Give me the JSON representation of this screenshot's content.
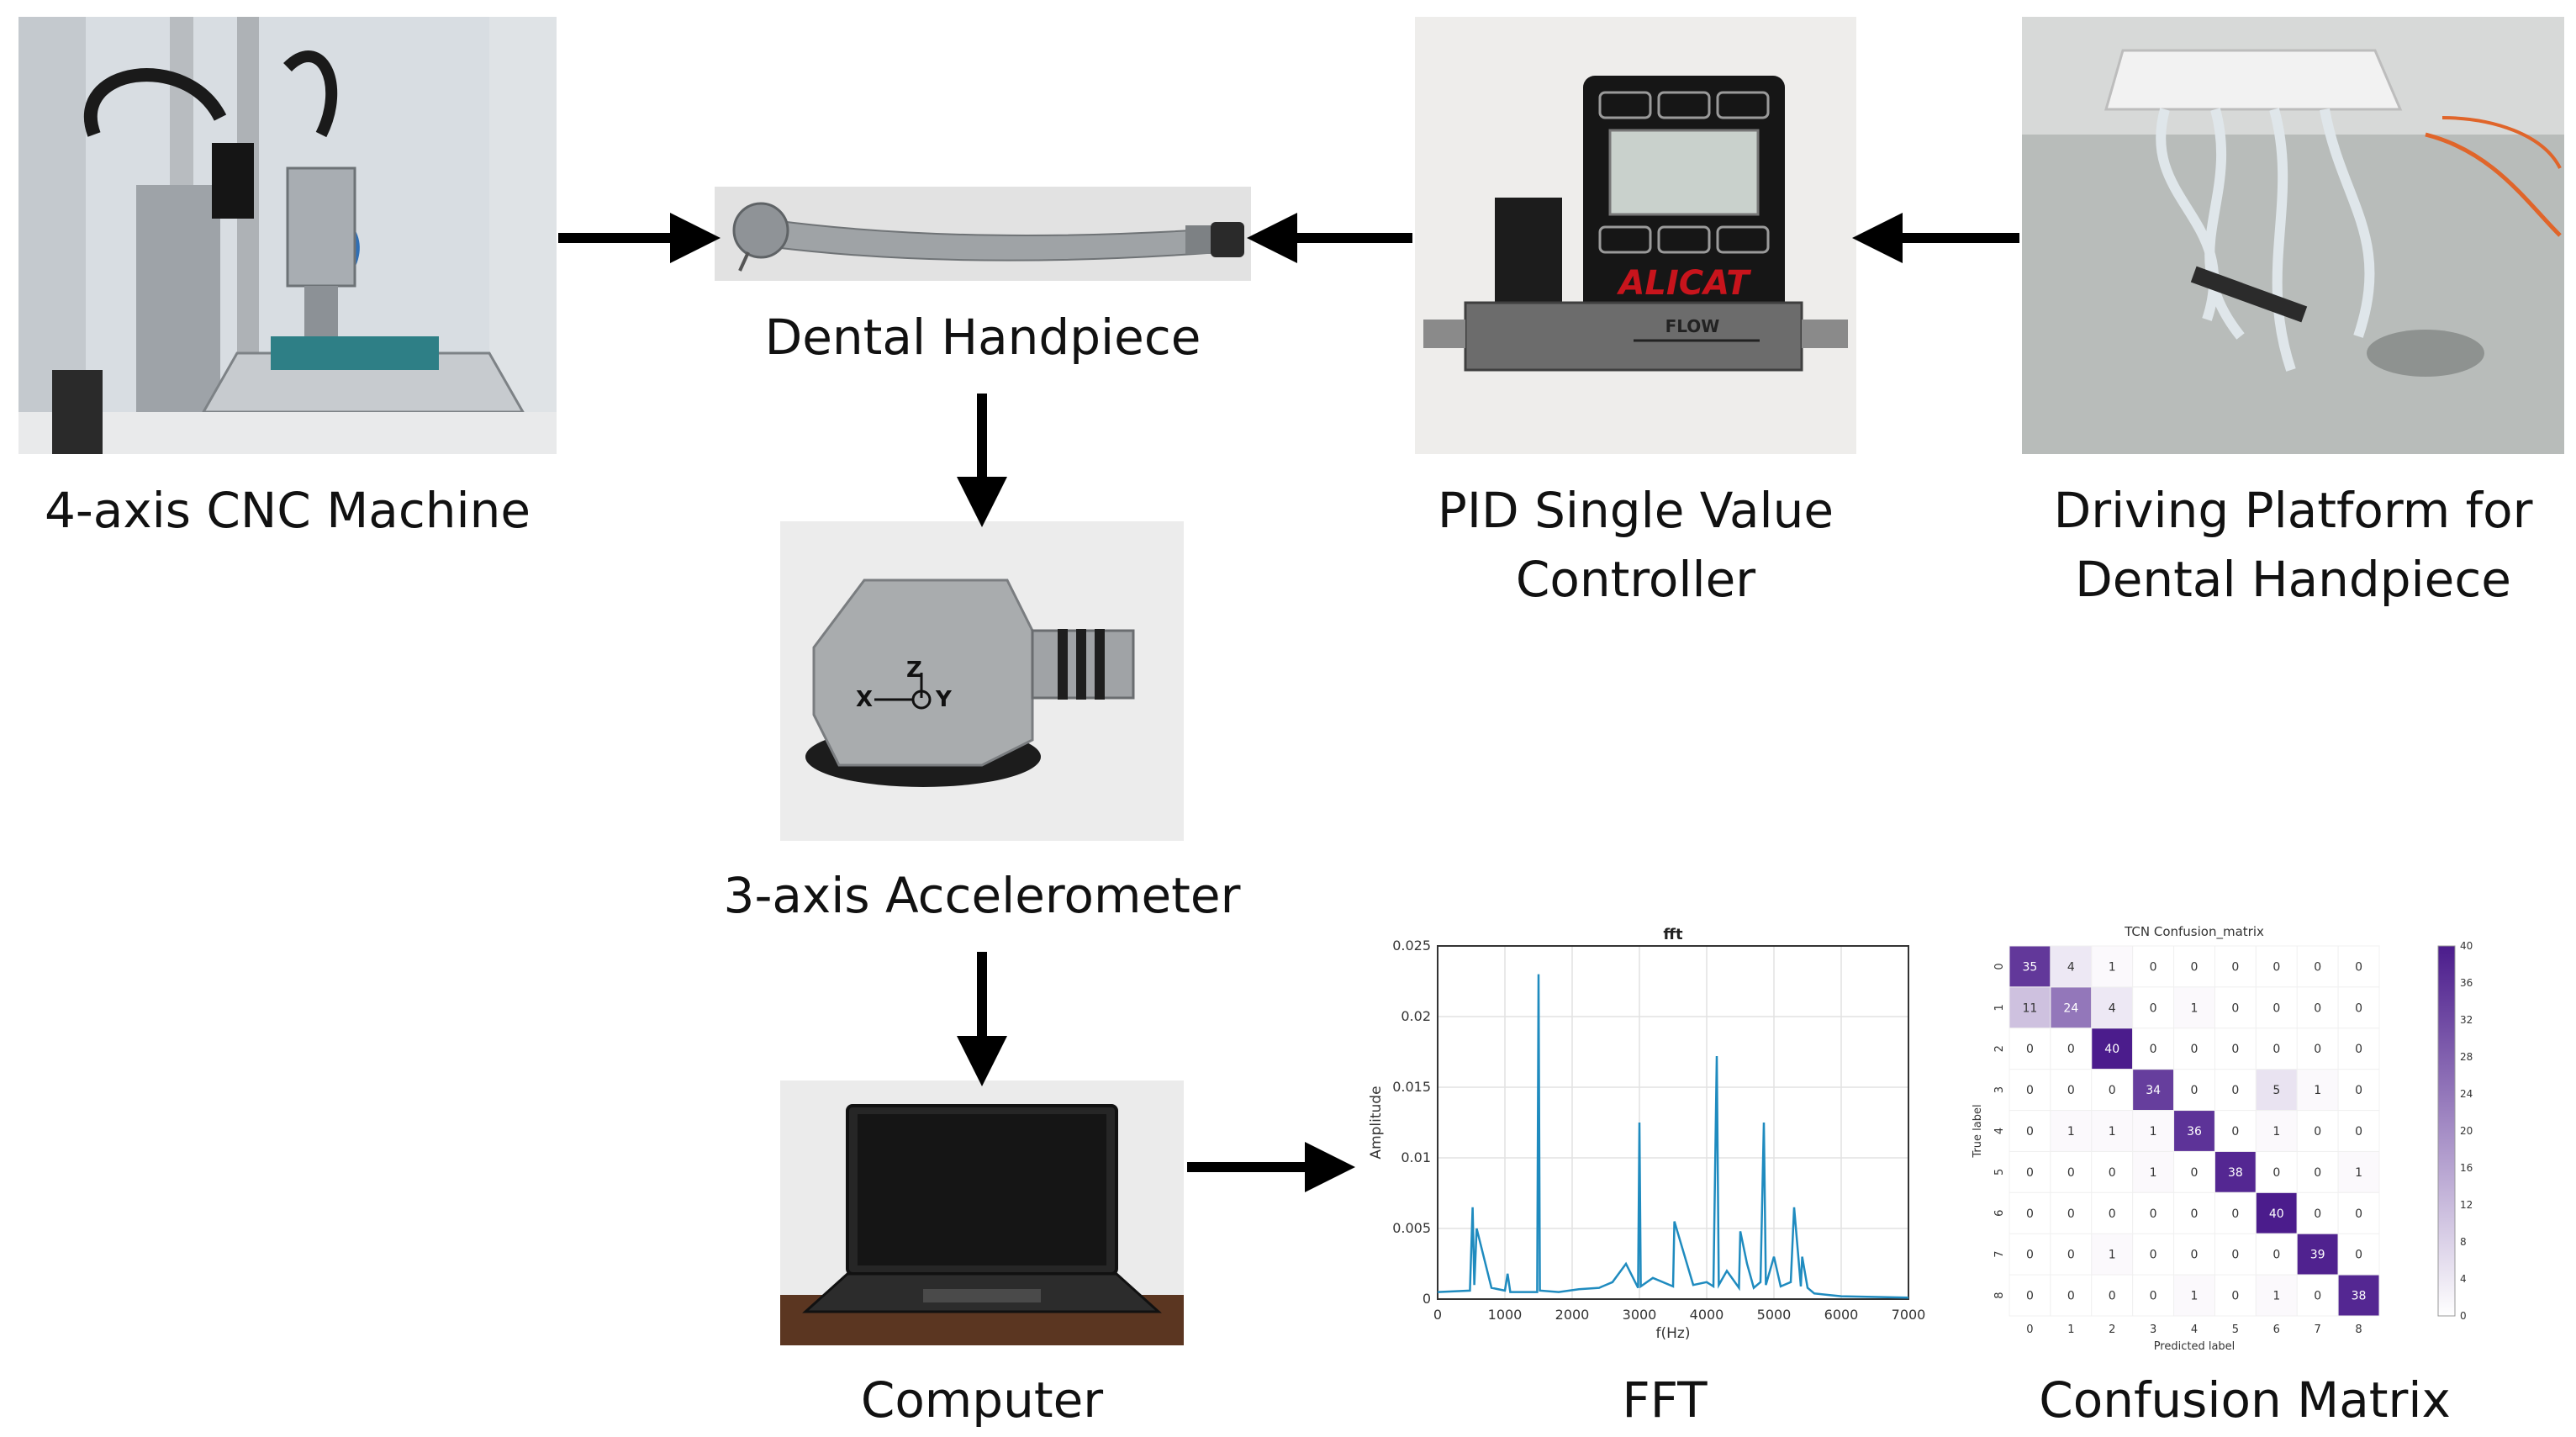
{
  "captions": {
    "cnc": "4-axis CNC Machine",
    "handpiece": "Dental Handpiece",
    "pid_line1": "PID Single Value",
    "pid_line2": "Controller",
    "platform_line1": "Driving Platform for",
    "platform_line2": "Dental Handpiece",
    "accelerometer": "3-axis Accelerometer",
    "computer": "Computer",
    "fft": "FFT",
    "confusion": "Confusion Matrix"
  },
  "photo_text": {
    "alicat": "ALICAT",
    "flow": "FLOW",
    "axes_z": "Z",
    "axes_x": "X",
    "axes_y": "Y"
  },
  "colors": {
    "arrow": "#000000",
    "fft_line": "#1f8bbf",
    "matrix_dark": "#4b1c8c",
    "matrix_light": "#ffffff"
  },
  "chart_data": [
    {
      "type": "line",
      "title": "fft",
      "xlabel": "f(Hz)",
      "ylabel": "Amplitude",
      "xlim": [
        0,
        7000
      ],
      "ylim": [
        0,
        0.025
      ],
      "xticks": [
        "0",
        "1000",
        "2000",
        "3000",
        "4000",
        "5000",
        "6000",
        "7000"
      ],
      "yticks": [
        "0",
        "0.005",
        "0.01",
        "0.015",
        "0.02",
        "0.025"
      ],
      "grid": true,
      "x": [
        0,
        480,
        520,
        545,
        580,
        800,
        1000,
        1040,
        1080,
        1480,
        1500,
        1520,
        1800,
        2100,
        2400,
        2600,
        2800,
        2980,
        3000,
        3020,
        3200,
        3500,
        3520,
        3800,
        4000,
        4100,
        4150,
        4180,
        4300,
        4480,
        4500,
        4600,
        4700,
        4800,
        4850,
        4880,
        5000,
        5100,
        5250,
        5300,
        5400,
        5420,
        5500,
        5600,
        5800,
        6000,
        7000
      ],
      "y": [
        0.0005,
        0.0006,
        0.0065,
        0.001,
        0.005,
        0.0008,
        0.0006,
        0.0018,
        0.0005,
        0.0005,
        0.023,
        0.0006,
        0.0005,
        0.0007,
        0.0008,
        0.0012,
        0.0025,
        0.0008,
        0.0125,
        0.0009,
        0.0015,
        0.0009,
        0.0055,
        0.001,
        0.0012,
        0.0009,
        0.0172,
        0.001,
        0.002,
        0.0008,
        0.0048,
        0.0025,
        0.0008,
        0.0012,
        0.0125,
        0.001,
        0.003,
        0.0009,
        0.0012,
        0.0065,
        0.0009,
        0.003,
        0.0008,
        0.0004,
        0.0003,
        0.0002,
        0.0001
      ]
    },
    {
      "type": "heatmap",
      "title": "TCN Confusion_matrix",
      "xlabel": "Predicted label",
      "ylabel": "True label",
      "labels": [
        "0",
        "1",
        "2",
        "3",
        "4",
        "5",
        "6",
        "7",
        "8"
      ],
      "colorbar_ticks": [
        "0",
        "4",
        "8",
        "12",
        "16",
        "20",
        "24",
        "28",
        "32",
        "36",
        "40"
      ],
      "vmax": 40,
      "matrix": [
        [
          35,
          4,
          1,
          0,
          0,
          0,
          0,
          0,
          0
        ],
        [
          11,
          24,
          4,
          0,
          1,
          0,
          0,
          0,
          0
        ],
        [
          0,
          0,
          40,
          0,
          0,
          0,
          0,
          0,
          0
        ],
        [
          0,
          0,
          0,
          34,
          0,
          0,
          5,
          1,
          0
        ],
        [
          0,
          1,
          1,
          1,
          36,
          0,
          1,
          0,
          0
        ],
        [
          0,
          0,
          0,
          1,
          0,
          38,
          0,
          0,
          1
        ],
        [
          0,
          0,
          0,
          0,
          0,
          0,
          40,
          0,
          0
        ],
        [
          0,
          0,
          1,
          0,
          0,
          0,
          0,
          39,
          0
        ],
        [
          0,
          0,
          0,
          0,
          1,
          0,
          1,
          0,
          38
        ]
      ]
    }
  ]
}
